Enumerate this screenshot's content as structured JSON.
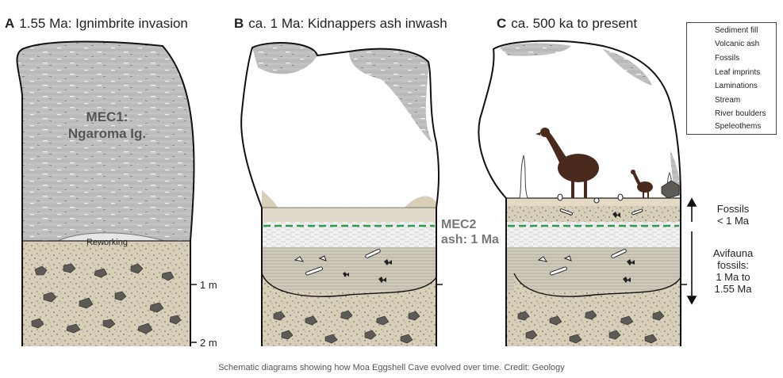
{
  "panels": [
    {
      "letter": "A",
      "title": "1.55 Ma: Ignimbrite invasion"
    },
    {
      "letter": "B",
      "title": "ca. 1 Ma: Kidnappers ash inwash"
    },
    {
      "letter": "C",
      "title": "ca. 500 ka to present"
    }
  ],
  "labels": {
    "mec1_line1": "MEC1:",
    "mec1_line2": "Ngaroma Ig.",
    "reworking": "Reworking",
    "mec2_line1": "MEC2",
    "mec2_line2": "ash: 1 Ma",
    "scale_1m": "1 m",
    "scale_2m": "2 m"
  },
  "side_labels": {
    "fossils_young": [
      "Fossils",
      "< 1 Ma"
    ],
    "avifauna": [
      "Avifauna",
      "fossils:",
      "1 Ma to",
      "1.55 Ma"
    ]
  },
  "legend": [
    {
      "label": "Sediment fill",
      "icon": "sediment-fill-swatch"
    },
    {
      "label": "Volcanic ash",
      "icon": "volcanic-ash-swatch"
    },
    {
      "label": "Fossils",
      "icon": "bone-icon"
    },
    {
      "label": "Leaf imprints",
      "icon": "dashed-green-line-icon"
    },
    {
      "label": "Laminations",
      "icon": "laminations-swatch"
    },
    {
      "label": "Stream",
      "icon": "stream-swatch"
    },
    {
      "label": "River boulders",
      "icon": "boulder-icon"
    },
    {
      "label": "Speleothems",
      "icon": "speleothem-icon"
    }
  ],
  "caption": "Schematic diagrams showing how Moa Eggshell Cave evolved over time. Credit: Geology",
  "colors": {
    "ignimbrite": "#bdbdbd",
    "sediment": "#d8cfb8",
    "ash": "#f1f1f1",
    "leaf": "#2e9a4c",
    "stream": "#7ec8e3",
    "bird": "#4a2a1c",
    "boulder": "#5e5a55"
  }
}
